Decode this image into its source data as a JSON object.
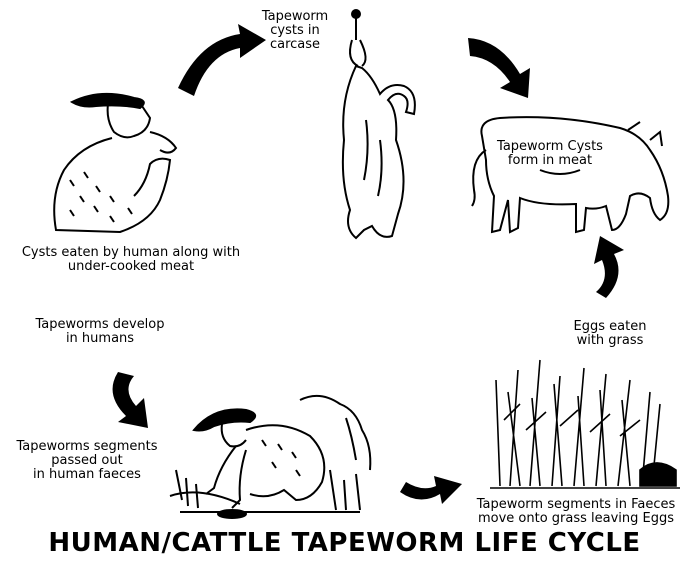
{
  "title": "HUMAN/CATTLE TAPEWORM LIFE CYCLE",
  "labels": {
    "carcase": [
      "Tapeworm",
      "cysts in",
      "carcase"
    ],
    "meat": [
      "Tapeworm Cysts",
      "form in meat"
    ],
    "eaten_by_human": [
      "Cysts eaten by human along with",
      "under-cooked meat"
    ],
    "develop": [
      "Tapeworms develop",
      "in humans"
    ],
    "passed_out": [
      "Tapeworms segments",
      "passed out",
      "in human faeces"
    ],
    "eggs_eaten": [
      "Eggs eaten",
      "with grass"
    ],
    "onto_grass": [
      "Tapeworm segments in Faeces",
      "move onto grass leaving Eggs"
    ]
  },
  "colors": {
    "ink": "#000000",
    "background": "#ffffff"
  }
}
